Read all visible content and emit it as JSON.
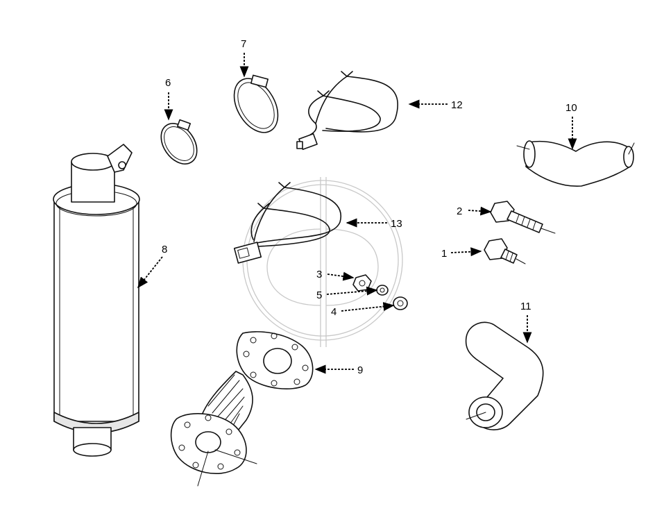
{
  "callouts": [
    {
      "id": "1",
      "label": "1"
    },
    {
      "id": "2",
      "label": "2"
    },
    {
      "id": "3",
      "label": "3"
    },
    {
      "id": "4",
      "label": "4"
    },
    {
      "id": "5",
      "label": "5"
    },
    {
      "id": "6",
      "label": "6"
    },
    {
      "id": "7",
      "label": "7"
    },
    {
      "id": "8",
      "label": "8"
    },
    {
      "id": "9",
      "label": "9"
    },
    {
      "id": "10",
      "label": "10"
    },
    {
      "id": "11",
      "label": "11"
    },
    {
      "id": "12",
      "label": "12"
    },
    {
      "id": "13",
      "label": "13"
    }
  ],
  "colors": {
    "line": "#111111",
    "background": "#ffffff",
    "watermark": "#c8c8c8"
  }
}
